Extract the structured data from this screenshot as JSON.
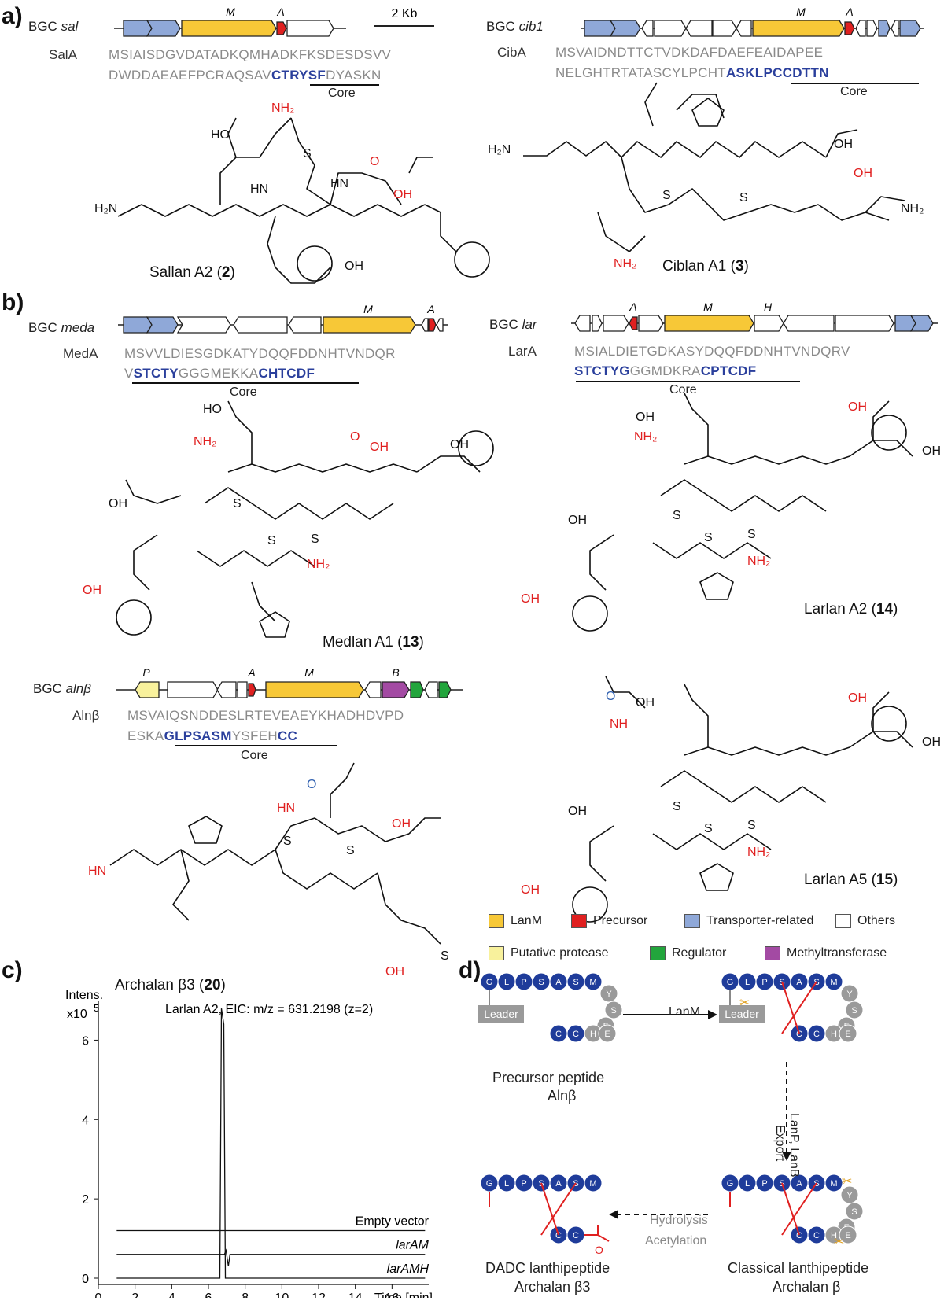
{
  "panels": {
    "a": "a)",
    "b": "b)",
    "c": "c)",
    "d": "d)"
  },
  "bgc": {
    "sal": {
      "prefix": "BGC",
      "name": "sal"
    },
    "cib1": {
      "prefix": "BGC",
      "name": "cib1"
    },
    "meda": {
      "prefix": "BGC",
      "name": "meda"
    },
    "lar": {
      "prefix": "BGC",
      "name": "lar"
    },
    "alnb": {
      "prefix": "BGC",
      "name": "alnβ"
    }
  },
  "gene_labels": {
    "M": "M",
    "A": "A",
    "H": "H",
    "P": "P",
    "B": "B"
  },
  "scale_bar": "2 Kb",
  "peptides": {
    "sala": {
      "name": "SalA",
      "line1": "MSIAISDGVDATADKQMHADKFKSDESDSVV",
      "line2_pre": "DWDDAEAEFPCRAQSAV",
      "line2_core": "CTRYSF",
      "line2_post": "DYASKN"
    },
    "ciba": {
      "name": "CibA",
      "line1": "MSVAIDNDTTCTVDKDAFDAEFEAIDAPEE",
      "line2_pre": "NELGHTRTATASCYLPCHT",
      "line2_core": "ASKLPCCDTTN"
    },
    "meda": {
      "name": "MedA",
      "line1": "MSVVLDIESGDKATYDQQFDDNHTVNDQR",
      "line2_pre": "V",
      "c1": "STCTY",
      "g1": "GGGMEKKA",
      "c2": "CHTCDF"
    },
    "lara": {
      "name": "LarA",
      "line1": "MSIALDIETGDKASYDQQFDDNHTVNDQRV",
      "c1": "STCTYG",
      "g1": "GGMDKRA",
      "c2": "CPTCDF"
    },
    "alnb": {
      "name": "Alnβ",
      "line1": "MSVAIQSNDDESLRTEVEAEYKHADHDVPD",
      "line2_pre": "ESKA",
      "c1": "GLPSASM",
      "g1": "YSFEH",
      "c2": "CC"
    }
  },
  "core_label": "Core",
  "compounds": {
    "c2": {
      "name": "Sallan A2 (",
      "num": "2",
      "close": ")"
    },
    "c3": {
      "name": "Ciblan A1 (",
      "num": "3",
      "close": ")"
    },
    "c13": {
      "name": "Medlan A1 (",
      "num": "13",
      "close": ")"
    },
    "c14": {
      "name": "Larlan A2 (",
      "num": "14",
      "close": ")"
    },
    "c15": {
      "name": "Larlan A5 (",
      "num": "15",
      "close": ")"
    },
    "c20": {
      "name": "Archalan β3 (",
      "num": "20",
      "close": ")"
    }
  },
  "chem_labels": {
    "NH2": "NH₂",
    "OH": "OH",
    "O": "O",
    "N": "N",
    "NH": "NH",
    "HN": "HN",
    "S": "S",
    "H2N": "H₂N",
    "HO": "HO",
    "COOH": "OH",
    "H": "H"
  },
  "legend": [
    {
      "label": "LanM",
      "color": "#f7c837"
    },
    {
      "label": "Precursor",
      "color": "#e02020"
    },
    {
      "label": "Transporter-related",
      "color": "#8fa8d8"
    },
    {
      "label": "Others",
      "color": "#ffffff"
    },
    {
      "label": "Putative protease",
      "color": "#f8f19c"
    },
    {
      "label": "Regulator",
      "color": "#22a53c"
    },
    {
      "label": "Methyltransferase",
      "color": "#a34aa3"
    }
  ],
  "chart_data": {
    "type": "line",
    "title": "Larlan A2, EIC: m/z = 631.2198 (z=2)",
    "ylabel": "Intens.",
    "yscale_label": "x10",
    "yscale_exp": "5",
    "xlabel": "Time [min]",
    "xlim": [
      0,
      18
    ],
    "ylim": [
      0,
      7
    ],
    "xticks": [
      0,
      2,
      4,
      6,
      8,
      10,
      12,
      14,
      16
    ],
    "yticks": [
      0,
      2,
      4,
      6
    ],
    "series": [
      {
        "name": "Empty vector",
        "offset": 1.2,
        "peak_x": 6.75,
        "peak_y": 0
      },
      {
        "name": "larAM",
        "offset": 0.6,
        "peak_x": 7.0,
        "peak_y": 0.1
      },
      {
        "name": "larAMH",
        "offset": 0.0,
        "peak_x": 6.75,
        "peak_y": 6.8
      }
    ]
  },
  "pathway": {
    "residues_top": [
      "G",
      "L",
      "P",
      "S",
      "A",
      "S",
      "M"
    ],
    "residues_tail": [
      "Y",
      "S",
      "F"
    ],
    "residues_bottom": [
      "C",
      "C",
      "H",
      "E"
    ],
    "leader": "Leader",
    "step1": "LanM",
    "step2a": "LanP, LanB",
    "step2b": "Export",
    "step3a": "Hydrolysis",
    "step3b": "Acetylation",
    "precursor_l1": "Precursor peptide",
    "precursor_l2": "Alnβ",
    "classical_l1": "Classical lanthipeptide",
    "classical_l2": "Archalan β",
    "dadc_l1": "DADC lanthipeptide",
    "dadc_l2": "Archalan β3"
  }
}
